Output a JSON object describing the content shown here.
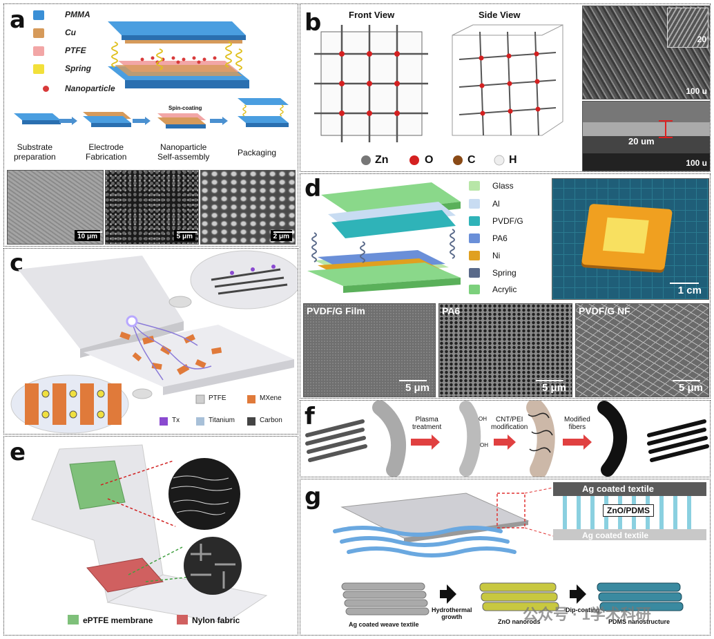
{
  "panel_a": {
    "label": "a",
    "legend": [
      "PMMA",
      "Cu",
      "PTFE",
      "Spring",
      "Nanoparticle"
    ],
    "colors": {
      "pmma": "#3a8fd6",
      "cu": "#d69a5a",
      "ptfe": "#f2a6a6",
      "spring": "#f2e03a",
      "np": "#d83a3a"
    },
    "steps": [
      "Substrate\npreparation",
      "Electrode\nFabrication",
      "Nanoparticle\nSelf-assembly",
      "Packaging"
    ],
    "spin_label": "Spin-coating",
    "scales": [
      "10 μm",
      "5 μm",
      "2 μm"
    ]
  },
  "panel_b": {
    "label": "b",
    "front": "Front View",
    "side": "Side View",
    "elements": [
      "Zn",
      "O",
      "C",
      "H"
    ],
    "element_colors": [
      "#777777",
      "#d42020",
      "#8a4a16",
      "#e8e8e8"
    ],
    "scales": [
      "20",
      "100 u",
      "20 um",
      "100 u"
    ]
  },
  "panel_c": {
    "label": "c",
    "legend": [
      "PTFE",
      "MXene",
      "Tx",
      "Titanium",
      "Carbon"
    ],
    "colors": [
      "#cfcfcf",
      "#e07a3a",
      "#8a4ad0",
      "#a8c0d8",
      "#444444"
    ]
  },
  "panel_d": {
    "label": "d",
    "legend": [
      "Glass",
      "Al",
      "PVDF/G",
      "PA6",
      "Ni",
      "Spring",
      "Acrylic"
    ],
    "colors": [
      "#b8e6a8",
      "#c8dcf2",
      "#2fb3b8",
      "#6a8fd8",
      "#e0a020",
      "#5a6a8a",
      "#7cd07c"
    ],
    "photo_scale": "1 cm",
    "sem_titles": [
      "PVDF/G Film",
      "PA6",
      "PVDF/G NF"
    ],
    "sem_scales": [
      "5 μm",
      "5 μm",
      "5 μm"
    ]
  },
  "panel_e": {
    "label": "e",
    "legend": [
      "ePTFE membrane",
      "Nylon fabric"
    ],
    "colors": [
      "#7fc07a",
      "#d06060"
    ]
  },
  "panel_f": {
    "label": "f",
    "steps": [
      "Plasma\ntreatment",
      "CNT/PEI\nmodification",
      "Modified\nfibers"
    ],
    "oh": "OH"
  },
  "panel_g": {
    "label": "g",
    "top_layer": "Ag coated textile",
    "middle": "ZnO/PDMS",
    "bottom_layer": "Ag coated textile",
    "steps": [
      "Ag coated weave textile",
      "Hydrothermal\ngrowth",
      "ZnO nanorods",
      "Dip-coating",
      "PDMS nanostructure"
    ],
    "watermark": "公众号 · 1学术科研"
  }
}
